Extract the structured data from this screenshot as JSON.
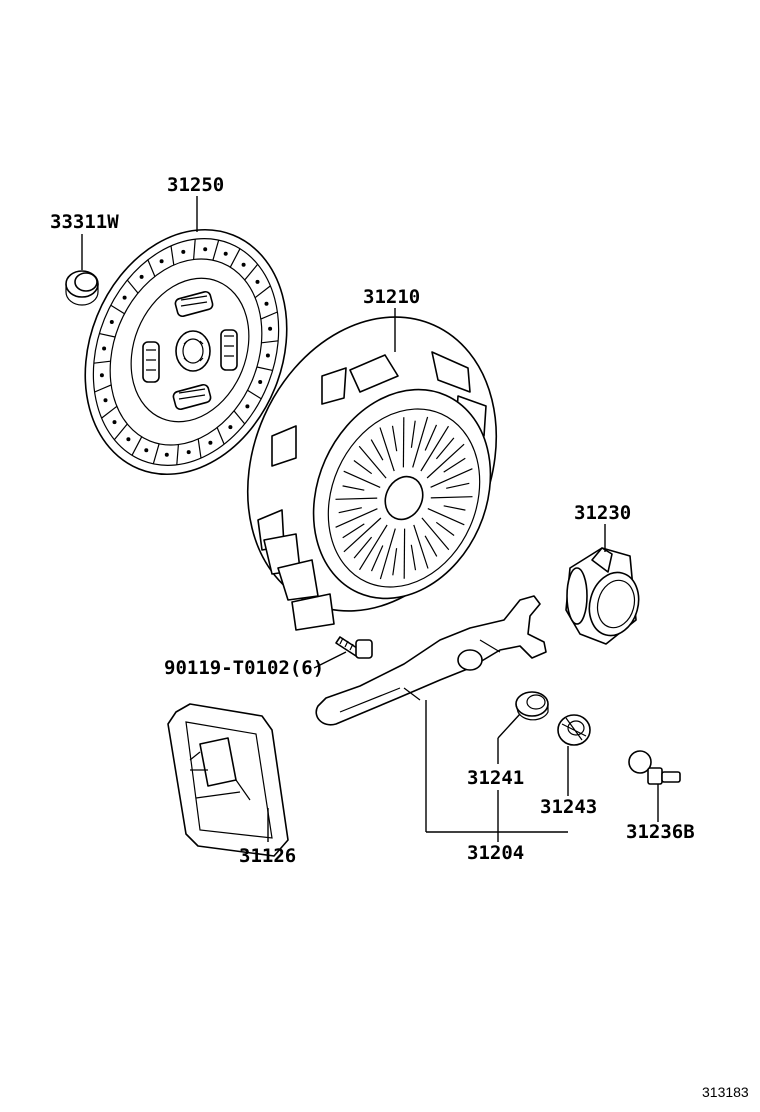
{
  "diagram": {
    "reference_code": "313183",
    "parts": [
      {
        "part_number": "33311W"
      },
      {
        "part_number": "31250"
      },
      {
        "part_number": "31210"
      },
      {
        "part_number": "31230"
      },
      {
        "part_number": "90119-T0102(6)"
      },
      {
        "part_number": "31241"
      },
      {
        "part_number": "31243"
      },
      {
        "part_number": "31236B"
      },
      {
        "part_number": "31126"
      },
      {
        "part_number": "31204"
      }
    ]
  }
}
